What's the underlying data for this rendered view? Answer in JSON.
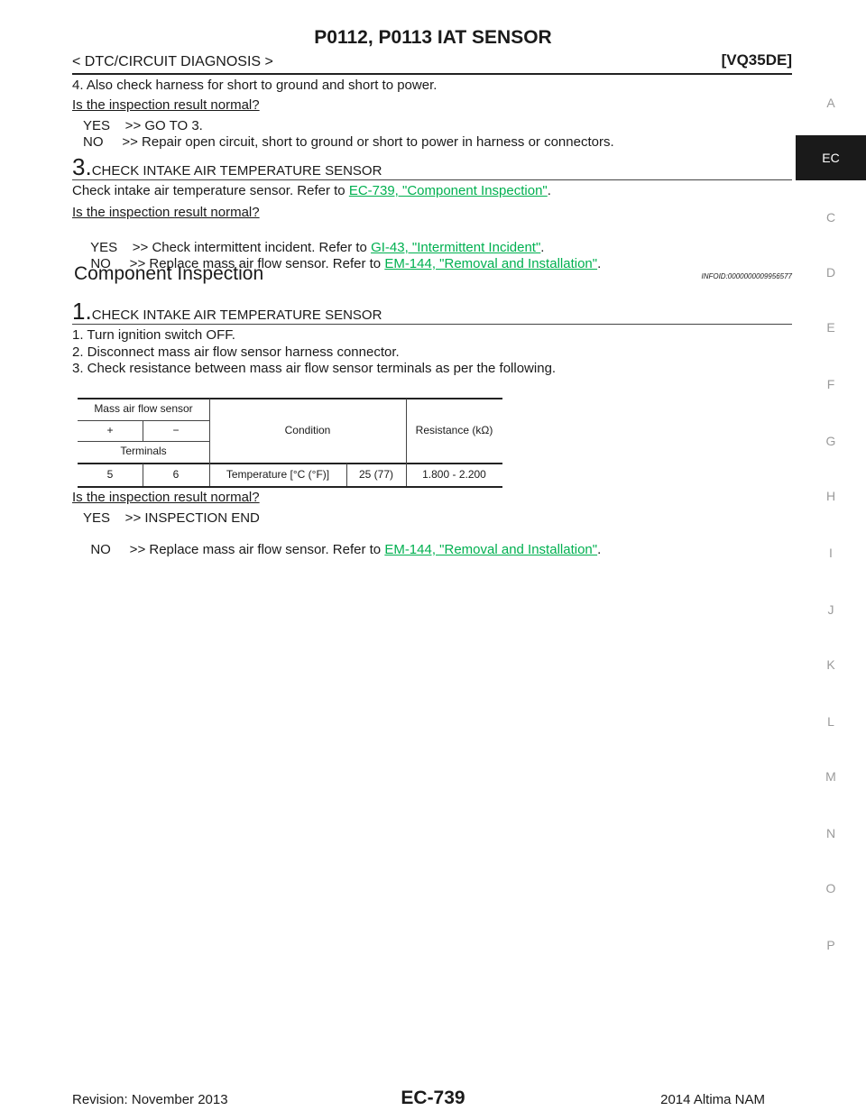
{
  "header": {
    "title": "P0112, P0113 IAT SENSOR",
    "section": "< DTC/CIRCUIT DIAGNOSIS >",
    "engine": "[VQ35DE]"
  },
  "side_index": {
    "items": [
      "A",
      "EC",
      "C",
      "D",
      "E",
      "F",
      "G",
      "H",
      "I",
      "J",
      "K",
      "L",
      "M",
      "N",
      "O",
      "P"
    ],
    "active": "EC"
  },
  "step2_tail": {
    "item4": "4. Also check harness for short to ground and short to power.",
    "question": "Is the inspection result normal?",
    "yes": "YES    >> GO TO 3.",
    "no": "NO     >> Repair open circuit, short to ground or short to power in harness or connectors."
  },
  "step3": {
    "num": "3.",
    "title": "CHECK INTAKE AIR TEMPERATURE SENSOR",
    "line_pre": "Check intake air temperature sensor. Refer to ",
    "line_link": "EC-739, \"Component Inspection\"",
    "line_post": ".",
    "question": "Is the inspection result normal?",
    "yes_pre": "YES    >> Check intermittent incident. Refer to ",
    "yes_link": "GI-43, \"Intermittent Incident\"",
    "yes_post": ".",
    "no_pre": "NO     >> Replace mass air flow sensor. Refer to ",
    "no_link": "EM-144, \"Removal and Installation\"",
    "no_post": "."
  },
  "component_inspection": {
    "title": "Component Inspection",
    "infoid": "INFOID:0000000009956577",
    "step1": {
      "num": "1.",
      "title": "CHECK INTAKE AIR TEMPERATURE SENSOR",
      "items": [
        "1. Turn ignition switch OFF.",
        "2. Disconnect mass air flow sensor harness connector.",
        "3. Check resistance between mass air flow sensor terminals as per the following."
      ]
    },
    "table": {
      "h_sensor": "Mass air flow sensor",
      "h_plus": "+",
      "h_minus": "−",
      "h_terminals": "Terminals",
      "h_condition": "Condition",
      "h_resistance": "Resistance (kΩ)",
      "row": {
        "plus": "5",
        "minus": "6",
        "condition_label": "Temperature [°C (°F)]",
        "condition_value": "25 (77)",
        "resistance": "1.800 - 2.200"
      }
    },
    "question": "Is the inspection result normal?",
    "yes": "YES    >> INSPECTION END",
    "no_pre": "NO     >> Replace mass air flow sensor. Refer to ",
    "no_link": "EM-144, \"Removal and Installation\"",
    "no_post": "."
  },
  "footer": {
    "revision": "Revision: November 2013",
    "page": "EC-739",
    "model": "2014 Altima NAM"
  }
}
